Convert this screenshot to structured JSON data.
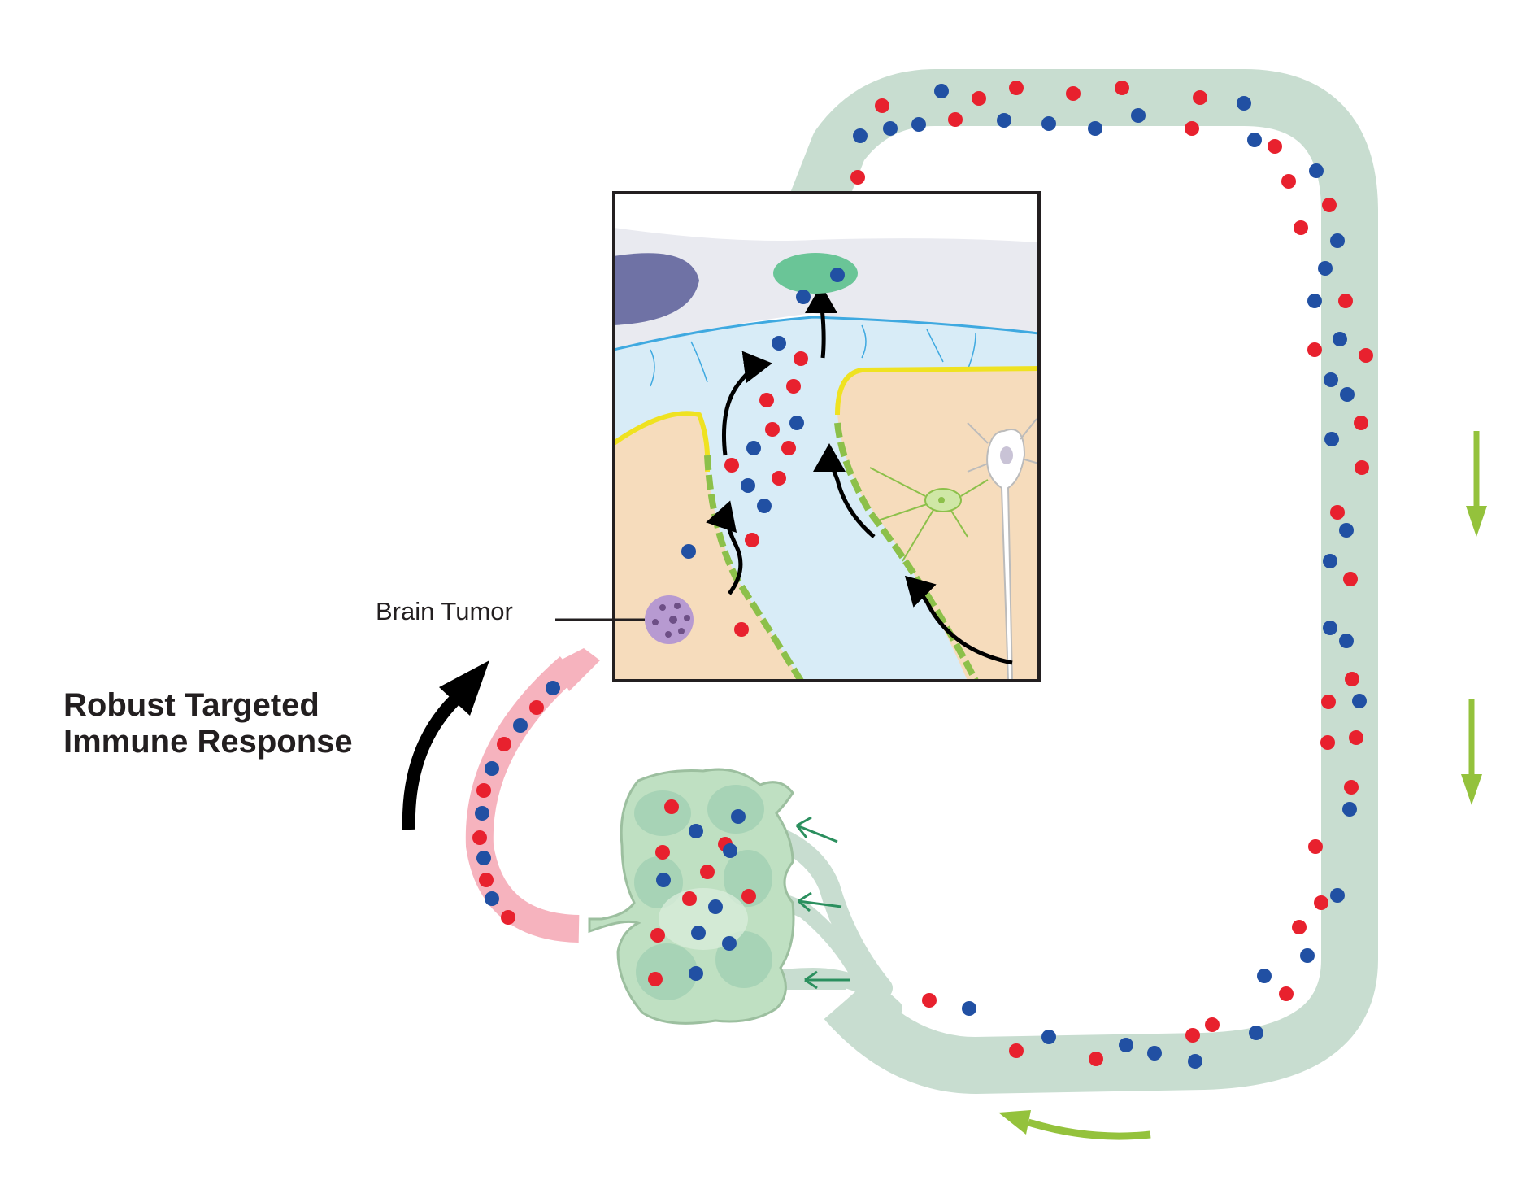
{
  "labels": {
    "tumor": "Brain Tumor",
    "response_line1": "Robust Targeted",
    "response_line2": "Immune Response"
  },
  "colors": {
    "lymph_vessel": "#c8ddd0",
    "lymph_node": "#bfe0c2",
    "lymph_node_follicle": "#9dcdb0",
    "efferent_vessel": "#f6b3be",
    "red_cell": "#e8212e",
    "blue_cell": "#2150a3",
    "flow_arrow": "#94c23c",
    "afferent_arrow": "#2b8f5e",
    "meninges": "#e9eaf0",
    "csf": "#d8ecf7",
    "brain_tissue": "#f6dcbc",
    "pia_border": "#efe221",
    "glia": "#8cc04a",
    "tumor": "#b79ad1",
    "dural_sinus": "#6f72a5",
    "collecting_vessel_opening": "#6ac597"
  },
  "icons": [
    "black-arrow-icon",
    "green-flow-arrow-icon",
    "afferent-arrow-icon",
    "tumor-cell-icon",
    "neuron-icon"
  ]
}
